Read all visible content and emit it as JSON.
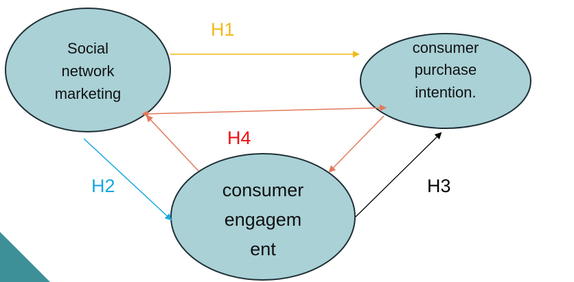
{
  "nodes": {
    "social": {
      "lines": [
        "Social",
        "network",
        "marketing"
      ]
    },
    "purchase": {
      "lines": [
        "consumer",
        "purchase",
        "intention."
      ]
    },
    "engagement": {
      "lines": [
        "consumer",
        "engagem",
        "ent"
      ]
    }
  },
  "hypotheses": {
    "h1": "H1",
    "h2": "H2",
    "h3": "H3",
    "h4": "H4"
  },
  "colors": {
    "ellipse_fill": "#a9d1d6",
    "ellipse_stroke": "#1f2f35",
    "h1": "#f2b91c",
    "h2": "#19a7e0",
    "h3": "#000000",
    "h4_label": "#ee1111",
    "h4_arrows": "#e07a5a",
    "corner_accent": "#3d8f98"
  }
}
